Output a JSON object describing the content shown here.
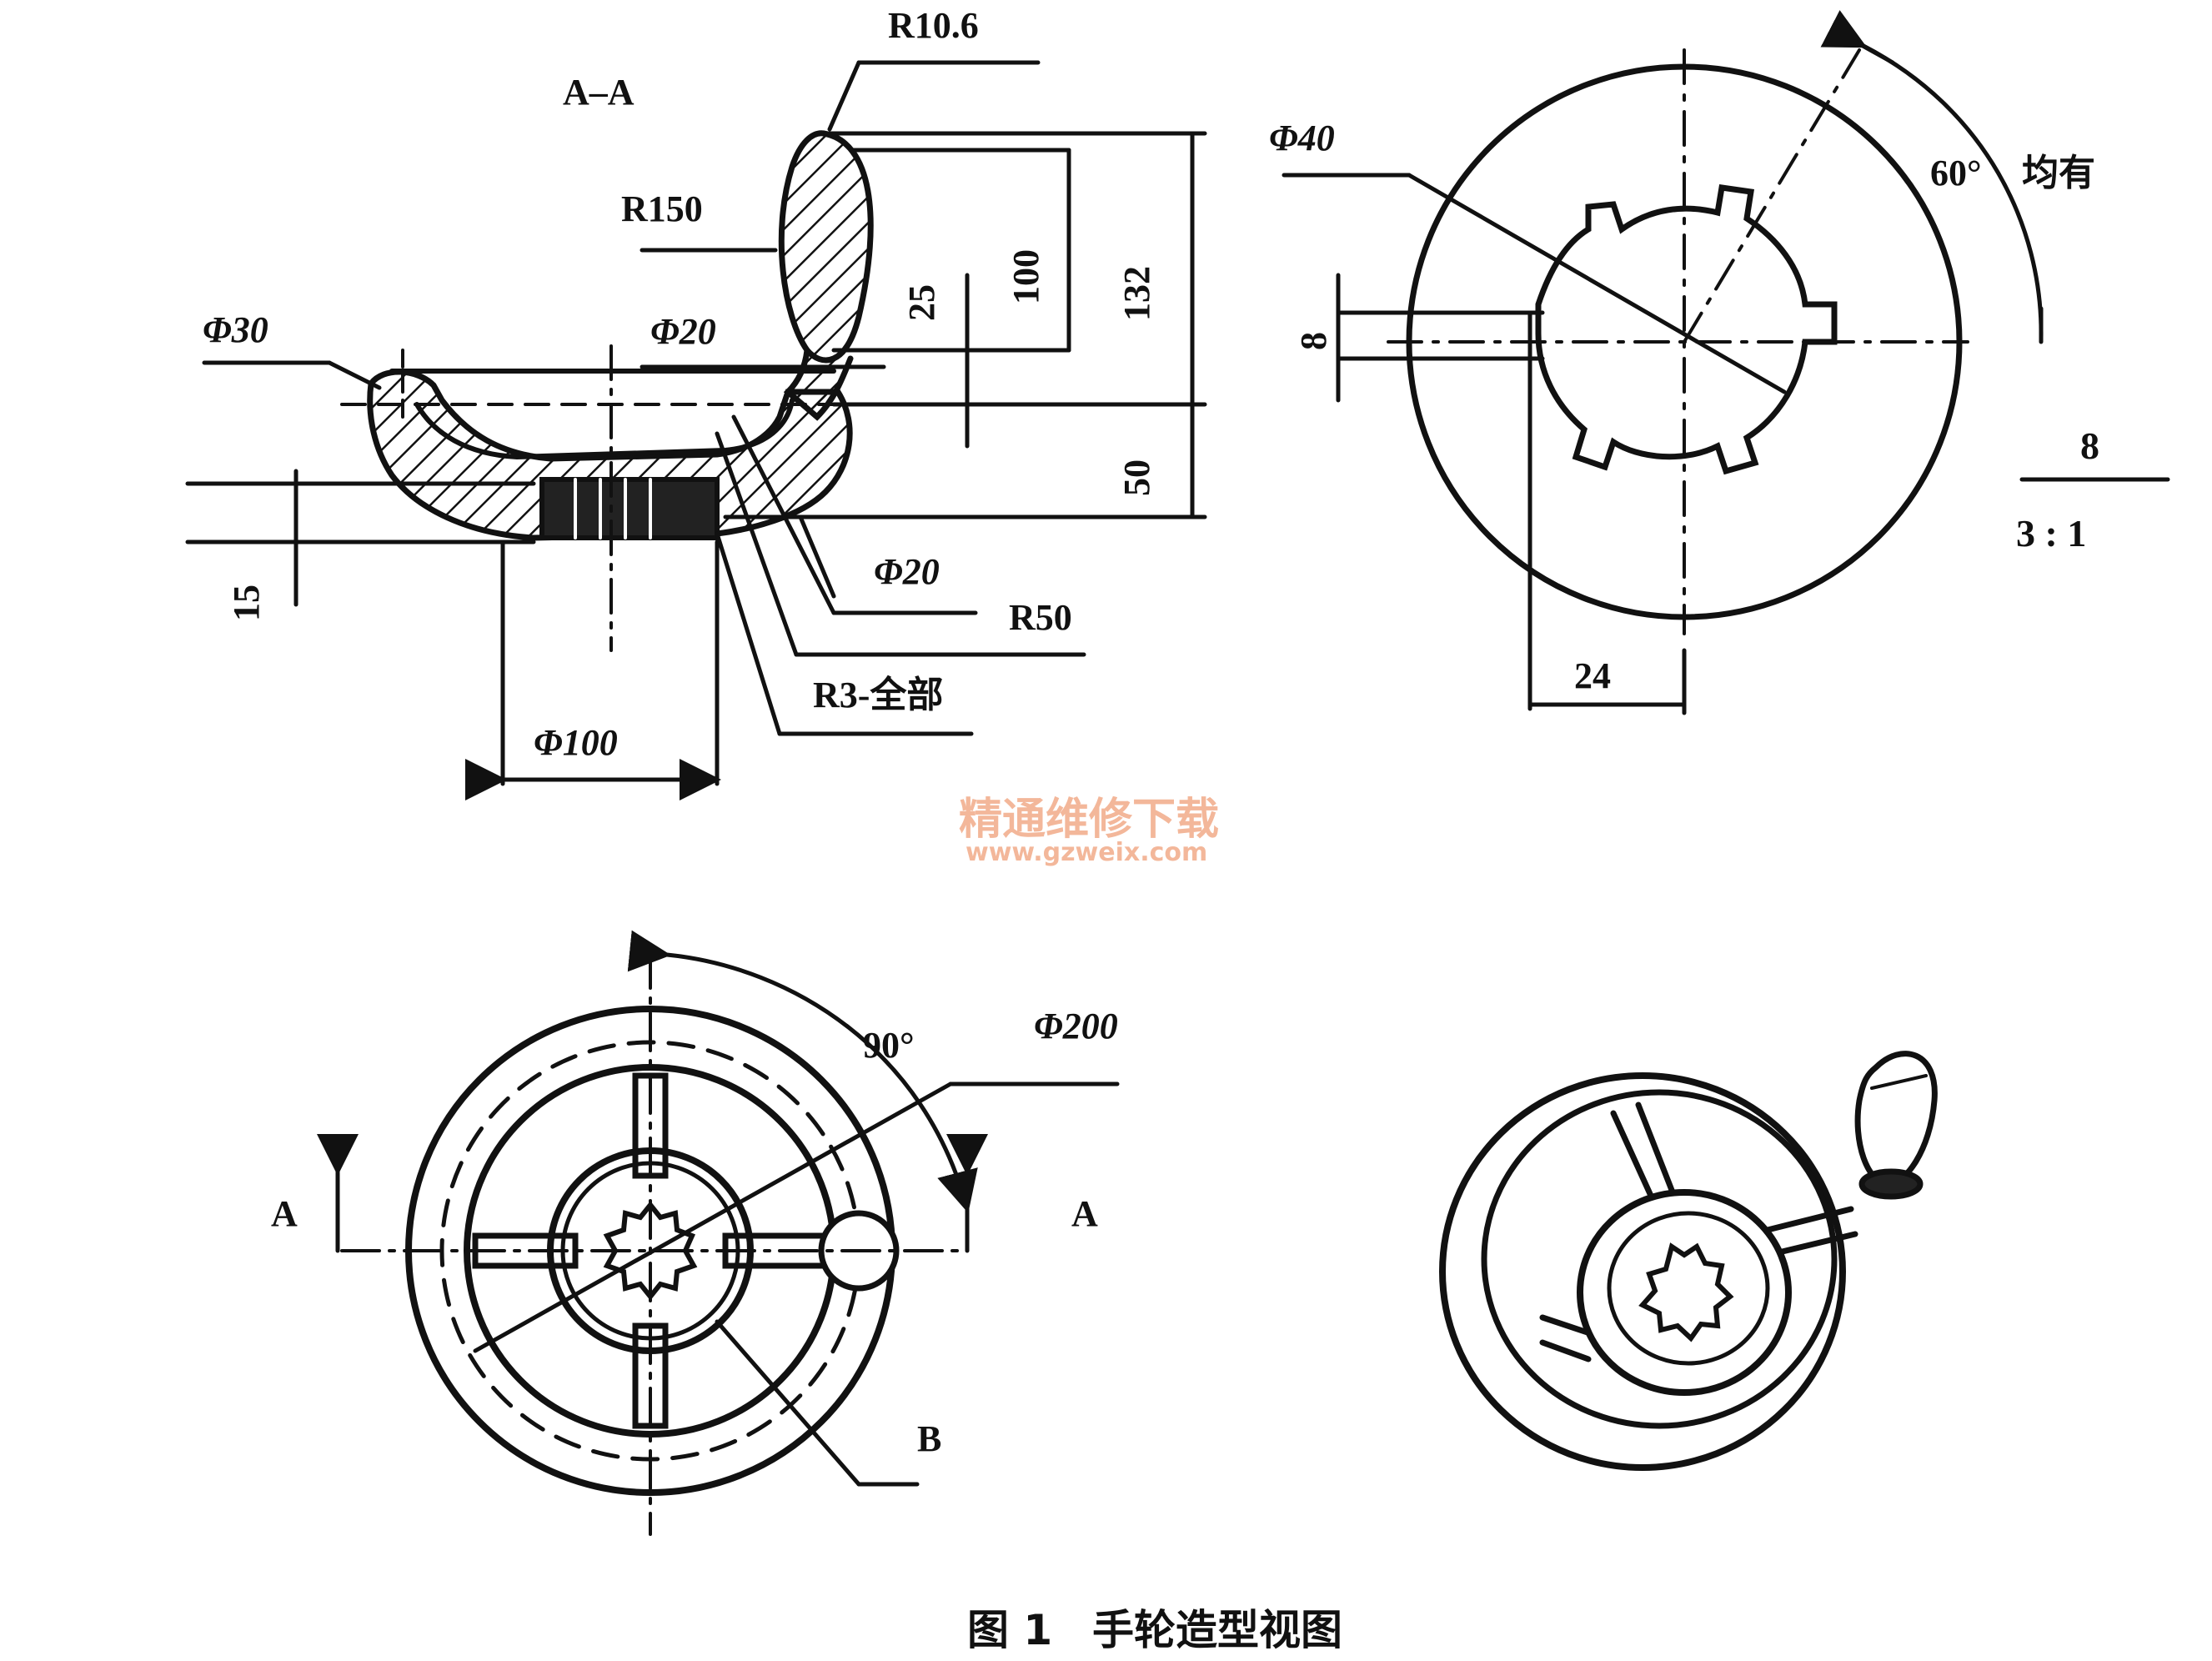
{
  "section_view": {
    "title": "A–A",
    "dims": {
      "r10_6": "R10.6",
      "r150": "R150",
      "phi30": "Φ30",
      "phi20_top": "Φ20",
      "phi20_bottom": "Φ20",
      "r50": "R50",
      "r3": "R3-全部",
      "phi100": "Φ100",
      "d25": "25",
      "d100": "100",
      "d132": "132",
      "d50": "50",
      "d15": "15"
    }
  },
  "detail_view": {
    "dims": {
      "phi40": "Φ40",
      "angle": "60°",
      "note": "均有",
      "d8": "8",
      "d24": "24"
    },
    "scale": {
      "numerator": "8",
      "ratio": "3 : 1"
    }
  },
  "front_view": {
    "angle": "90°",
    "phi200": "Φ200",
    "label_a_left": "A",
    "label_a_right": "A",
    "label_b": "B"
  },
  "watermark": {
    "line1": "精通维修下载",
    "line2": "www.gzweix.com"
  },
  "caption": {
    "figure_no": "图 1",
    "title": "手轮造型视图"
  }
}
